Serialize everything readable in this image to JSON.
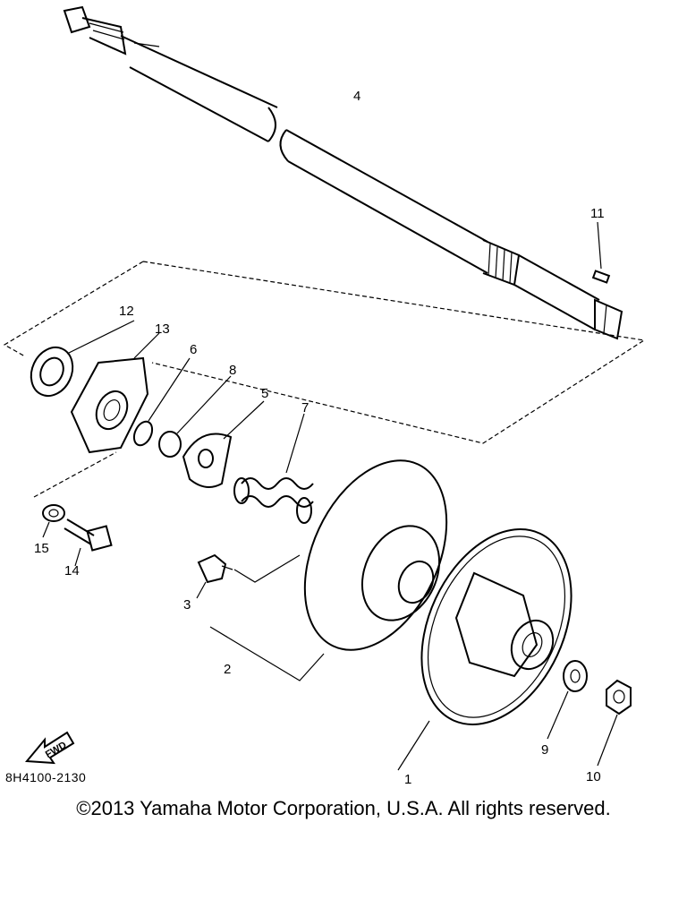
{
  "diagram": {
    "part_labels": [
      {
        "id": "1",
        "text": "1"
      },
      {
        "id": "2",
        "text": "2"
      },
      {
        "id": "3",
        "text": "3"
      },
      {
        "id": "4",
        "text": "4"
      },
      {
        "id": "5",
        "text": "5"
      },
      {
        "id": "6",
        "text": "6"
      },
      {
        "id": "7",
        "text": "7"
      },
      {
        "id": "8",
        "text": "8"
      },
      {
        "id": "9",
        "text": "9"
      },
      {
        "id": "10",
        "text": "10"
      },
      {
        "id": "11",
        "text": "11"
      },
      {
        "id": "12",
        "text": "12"
      },
      {
        "id": "13",
        "text": "13"
      },
      {
        "id": "14",
        "text": "14"
      },
      {
        "id": "15",
        "text": "15"
      }
    ],
    "fwd_arrow_text": "FWD",
    "diagram_code": "8H4100-2130"
  },
  "footer": {
    "copyright": "©2013 Yamaha Motor Corporation, U.S.A. All rights reserved."
  }
}
